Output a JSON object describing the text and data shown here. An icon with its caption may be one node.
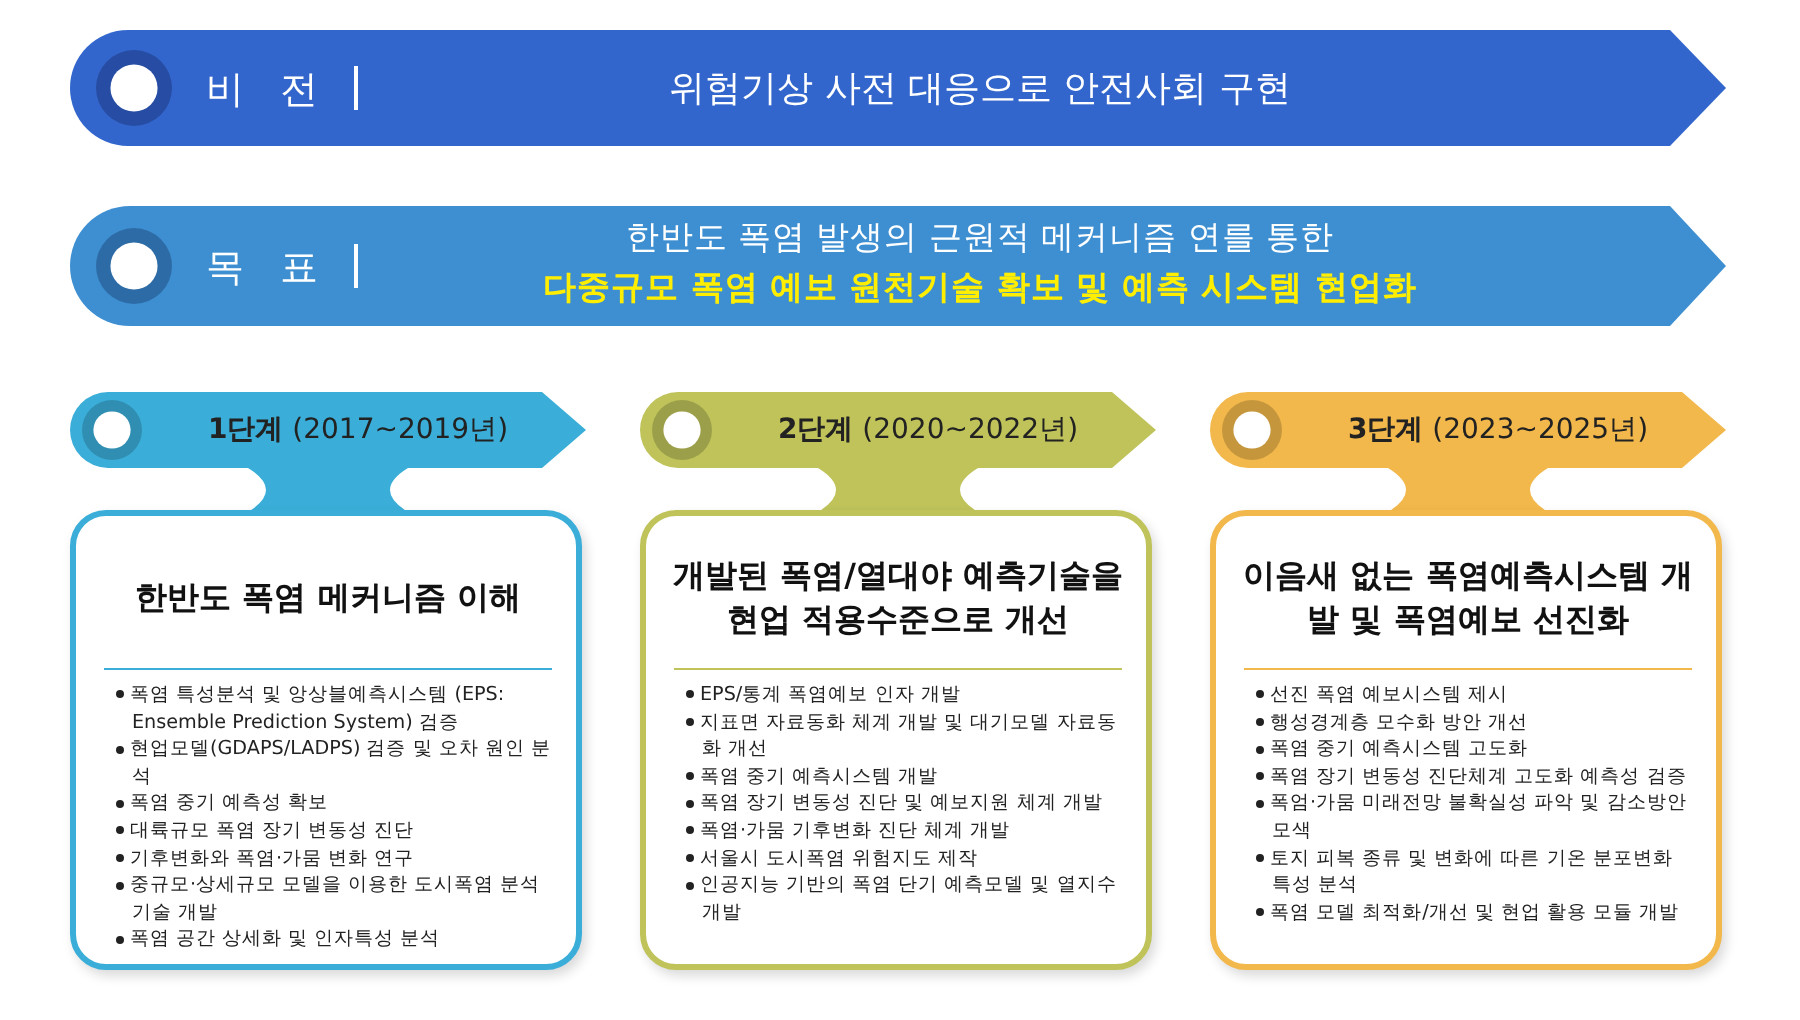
{
  "diagram": {
    "nodes": [
      {
        "text": [
          "비 전",
          "위험기상 사전 대응으로 안전사회 구현"
        ]
      },
      {
        "text": [
          "목 표",
          "한반도 폭염 발생의 근원적 메커니즘 연를 통한",
          "다중규모 폭염 예보 원천기술 확보 및 예측 시스템 현업화"
        ]
      },
      {
        "text": [
          "**1단계** (2017~2019년)"
        ]
      },
      {
        "text": [
          "**2단계** (2020~2022년)"
        ]
      },
      {
        "text": [
          "**3단계** (2023~2025년)"
        ]
      },
      {
        "text": [
          "한반도 폭염 메커니즘 이해",
          "폭염 특성분석 및 앙상블예측시스템 (EPS: Ensemble Prediction System) 검증",
          "현업모델(GDAPS/LADPS) 검증 및 오차 원인 분석",
          "폭염 중기 예측성 확보",
          "대륙규모 폭염 장기 변동성 진단",
          "기후변화와 폭염·가뭄 변화 연구",
          "중규모·상세규모 모델을 이용한 도시폭염 분석기술 개발",
          "폭염 공간 상세화 및 인자특성 분석"
        ]
      },
      {
        "text": [
          "개발된 폭염/열대야 예측기술을 현업 적용수준으로 개선",
          "EPS/통계 폭염예보 인자 개발",
          "지표면 자료동화 체계 개발 및 대기모델 자료동화 개선",
          "폭염 중기 예측시스템 개발",
          "폭염 장기 변동성 진단 및 예보지원 체계 개발",
          "폭염·가뭄 기후변화 진단 체계 개발",
          "서울시 도시폭염 위험지도 제작",
          "인공지능 기반의 폭염 단기 예측모델 및 열지수 개발"
        ]
      },
      {
        "text": [
          "이음새 없는 폭염예측시스템 개발 및 폭염예보 선진화",
          "선진 폭염 예보시스템 제시",
          "행성경계층 모수화 방안 개선",
          "폭염 중기 예측시스템 고도화",
          "폭염 장기 변동성 진단체계 고도화 예측성 검증",
          "폭엄·가뭄 미래전망 불확실성 파악 및 감소방안 모색",
          "토지 피복 종류 및 변화에 따른 기온 분포변화 특성 분석",
          "폭염 모델 최적화/개선 및 현업 활용 모듈 개발"
        ]
      }
    ],
    "edges": [
      {
        "from": 2,
        "to": 5,
        "arrow": "none",
        "color": "#3aaed8"
      },
      {
        "from": 3,
        "to": 6,
        "arrow": "none",
        "color": "#bfc35a"
      },
      {
        "from": 4,
        "to": 7,
        "arrow": "none",
        "color": "#f2b84b"
      }
    ]
  }
}
